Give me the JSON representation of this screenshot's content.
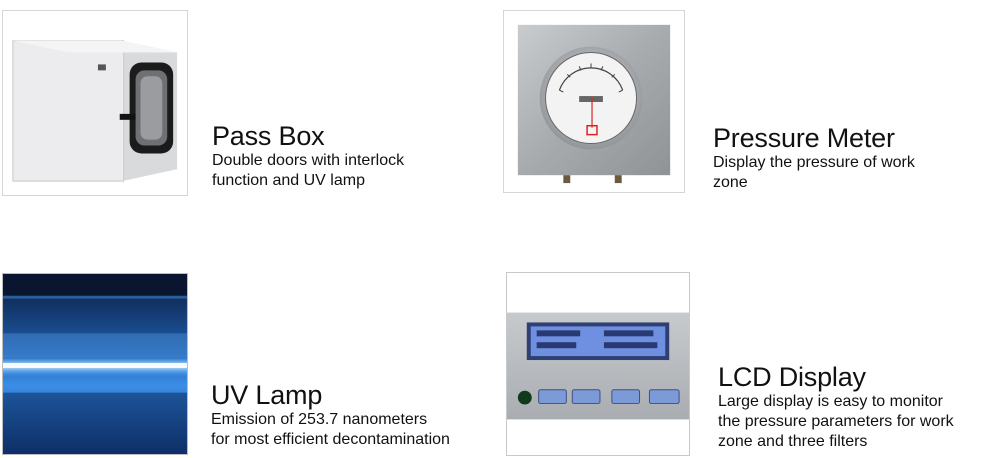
{
  "features": {
    "pass_box": {
      "title": "Pass Box",
      "desc_lines": [
        "Double doors with interlock",
        "function and UV lamp"
      ]
    },
    "pressure_meter": {
      "title": "Pressure Meter",
      "desc_lines": [
        "Display the pressure of work",
        "zone"
      ]
    },
    "uv_lamp": {
      "title": "UV Lamp",
      "desc_lines": [
        "Emission of 253.7 nanometers",
        "for most efficient decontamination"
      ]
    },
    "lcd_display": {
      "title": "LCD Display",
      "desc_lines": [
        "Large display is easy to monitor",
        "the pressure parameters for work",
        "zone and three filters"
      ]
    }
  },
  "colors": {
    "text": "#111111",
    "uv_glow": "#3aa0ff",
    "lcd_screen": "#6f8fe0"
  }
}
